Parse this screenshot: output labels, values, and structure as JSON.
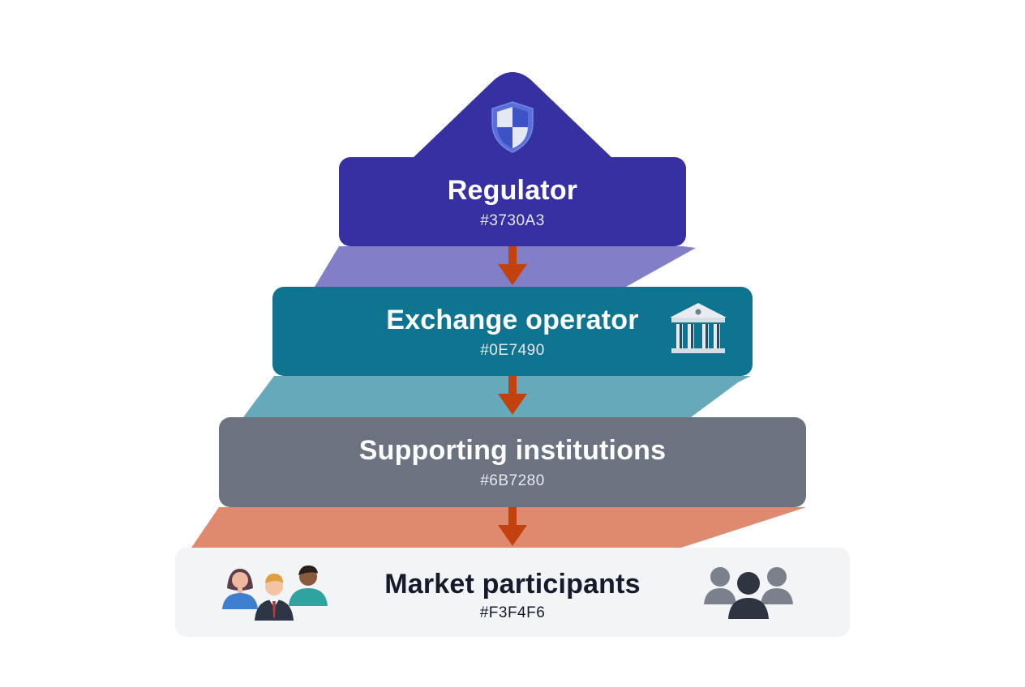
{
  "tiers": [
    {
      "title": "Regulator",
      "code": "#3730A3",
      "icon": "shield-icon"
    },
    {
      "title": "Exchange operator",
      "code": "#0E7490",
      "icon": "bank-building-icon"
    },
    {
      "title": "Supporting institutions",
      "code": "#6B7280",
      "icon": ""
    },
    {
      "title": "Market participants",
      "code": "#F3F4F6",
      "icon": "people-group-icon"
    }
  ],
  "colors": {
    "regulator": "#3730A3",
    "exchange": "#0E7490",
    "supporting": "#6B7280",
    "participants": "#F3F4F6",
    "arrow": "#C2410C"
  }
}
